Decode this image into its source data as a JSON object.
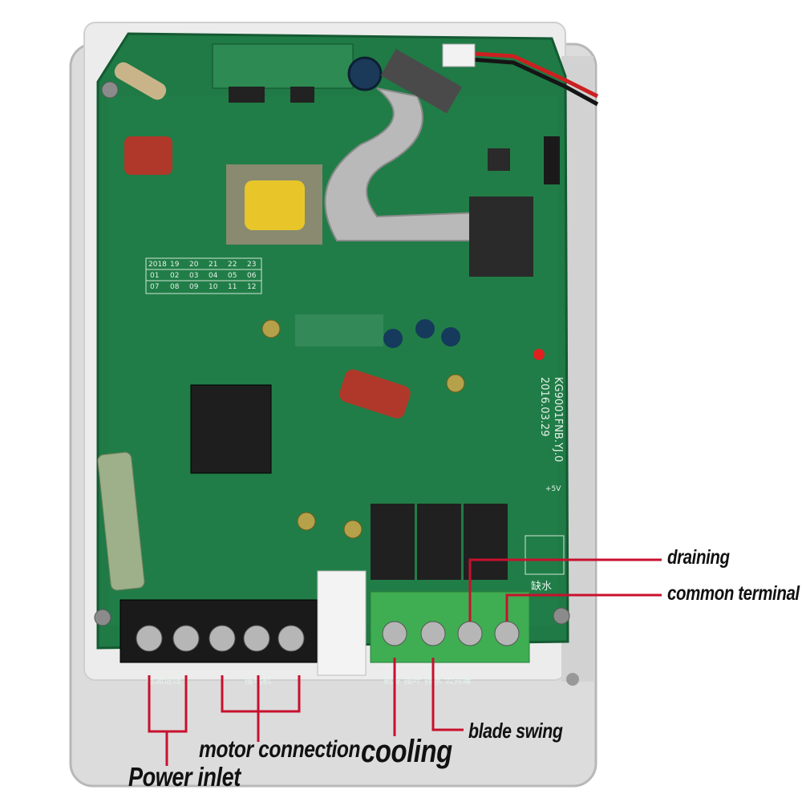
{
  "labels": {
    "draining": "draining",
    "common_terminal": "common terminal",
    "blade_swing": "blade swing",
    "cooling": "cooling",
    "motor_connection": "motor connection",
    "power_inlet": "Power inlet"
  },
  "board_text": {
    "date_code": "2016.03.29",
    "model_code": "KG9001FNB.YJ.0",
    "low_water": "缺水",
    "power_in_cn": "电源进线",
    "motor_cn": "接电机",
    "terminal_functions_cn": "制冷 摆叶 排水 公共端",
    "plus5v": "+5V",
    "calendar_row1": [
      "2018",
      "19",
      "20",
      "21",
      "22",
      "23"
    ],
    "calendar_row2": [
      "01",
      "02",
      "03",
      "04",
      "05",
      "06"
    ],
    "calendar_row3": [
      "07",
      "08",
      "09",
      "10",
      "11",
      "12"
    ]
  },
  "colors": {
    "callout_line": "#c8102e",
    "pcb_green": "#1f7a45",
    "enclosure": "#e6e6e6",
    "terminal_green": "#3fae52",
    "terminal_black": "#1a1a1a"
  }
}
